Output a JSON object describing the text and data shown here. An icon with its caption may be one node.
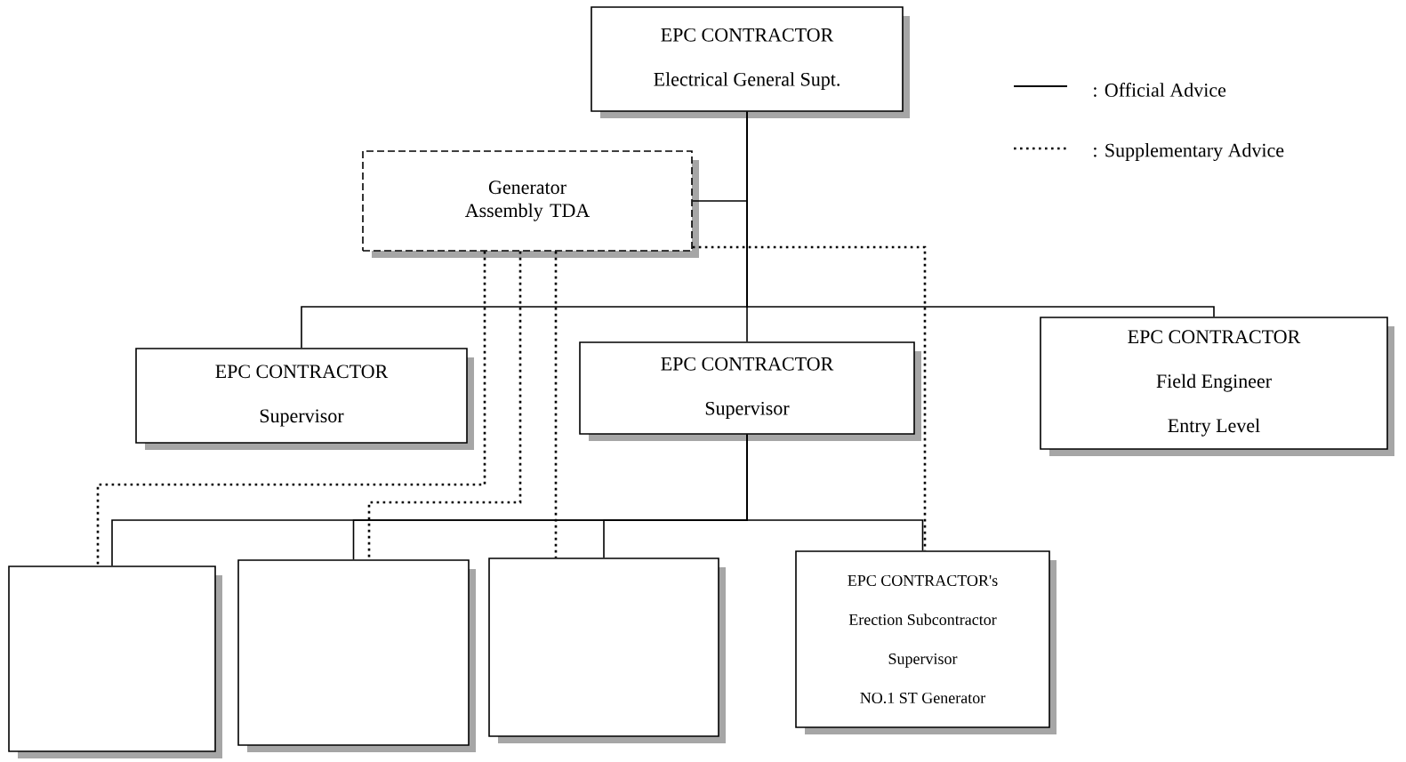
{
  "diagram": {
    "nodes": [
      {
        "text": [
          "EPC CONTRACTOR",
          "Electrical General Supt."
        ]
      },
      {
        "text": [
          "Generator Assembly TDA"
        ]
      },
      {
        "text": [
          "EPC CONTRACTOR",
          "Supervisor"
        ]
      },
      {
        "text": [
          "EPC CONTRACTOR",
          "Supervisor"
        ]
      },
      {
        "text": [
          "EPC CONTRACTOR",
          "Field Engineer",
          "Entry Level"
        ]
      },
      {
        "text": [],
        "shape": "box"
      },
      {
        "text": [],
        "shape": "box"
      },
      {
        "text": [],
        "shape": "box"
      },
      {
        "text": [
          "EPC CONTRACTOR's",
          "Erection Subcontractor",
          "Supervisor",
          "NO.1 ST Generator"
        ]
      }
    ],
    "edges": [
      {
        "from": 0,
        "to": 1,
        "arrow": "none"
      },
      {
        "from": 0,
        "to": 2,
        "arrow": "none"
      },
      {
        "from": 0,
        "to": 3,
        "arrow": "none"
      },
      {
        "from": 0,
        "to": 4,
        "arrow": "none"
      },
      {
        "from": 3,
        "to": 5,
        "arrow": "none"
      },
      {
        "from": 3,
        "to": 6,
        "arrow": "none"
      },
      {
        "from": 3,
        "to": 7,
        "arrow": "none"
      },
      {
        "from": 3,
        "to": 8,
        "arrow": "none"
      },
      {
        "from": 1,
        "to": 5,
        "arrow": "none",
        "style": "dashed"
      },
      {
        "from": 1,
        "to": 6,
        "arrow": "none",
        "style": "dashed"
      },
      {
        "from": 1,
        "to": 7,
        "arrow": "none",
        "style": "dashed"
      },
      {
        "from": 1,
        "to": 8,
        "arrow": "none",
        "style": "dashed"
      }
    ],
    "legend": [
      {
        "text": ": Official Advice"
      },
      {
        "text": ": Supplementary Advice"
      }
    ]
  }
}
